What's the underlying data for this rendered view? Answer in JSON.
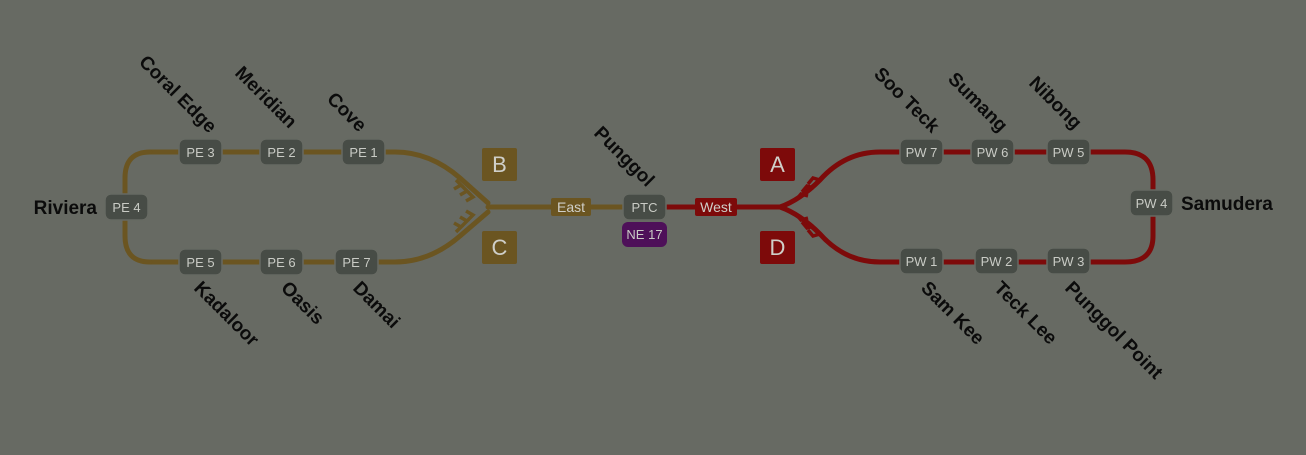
{
  "colors": {
    "background": "#676a63",
    "east_loop": "#6b5521",
    "west_loop": "#7d0a0a",
    "station_box": "#474c46",
    "interchange": "#4e1059",
    "chevron_east": "#6b5521",
    "chevron_west": "#7d0a0a"
  },
  "hub": {
    "name": "Punggol",
    "code": "PTC",
    "interchange_code": "NE 17",
    "east_label": "East",
    "west_label": "West"
  },
  "east_loop": {
    "branch_b": "B",
    "branch_c": "C",
    "end_station": {
      "code": "PE 4",
      "name": "Riviera"
    },
    "top_stations": [
      {
        "code": "PE 3",
        "name": "Coral Edge"
      },
      {
        "code": "PE 2",
        "name": "Meridian"
      },
      {
        "code": "PE 1",
        "name": "Cove"
      }
    ],
    "bottom_stations": [
      {
        "code": "PE 5",
        "name": "Kadaloor"
      },
      {
        "code": "PE 6",
        "name": "Oasis"
      },
      {
        "code": "PE 7",
        "name": "Damai"
      }
    ]
  },
  "west_loop": {
    "branch_a": "A",
    "branch_d": "D",
    "end_station": {
      "code": "PW 4",
      "name": "Samudera"
    },
    "top_stations": [
      {
        "code": "PW 7",
        "name": "Soo Teck"
      },
      {
        "code": "PW 6",
        "name": "Sumang"
      },
      {
        "code": "PW 5",
        "name": "Nibong"
      }
    ],
    "bottom_stations": [
      {
        "code": "PW 1",
        "name": "Sam Kee"
      },
      {
        "code": "PW 2",
        "name": "Teck Lee"
      },
      {
        "code": "PW 3",
        "name": "Punggol Point"
      }
    ]
  }
}
